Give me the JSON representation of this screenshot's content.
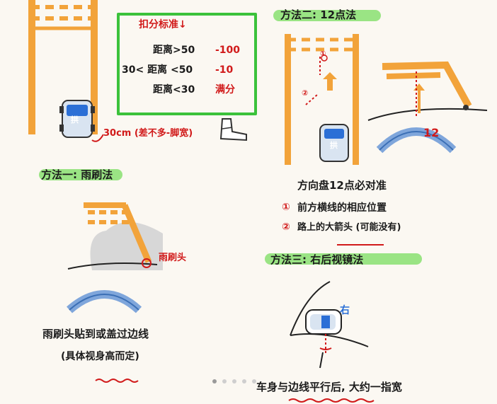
{
  "deduction_box": {
    "title": "扣分标准↓",
    "rows": [
      {
        "condition": "距离>50",
        "result": "-100"
      },
      {
        "condition": "30< 距离 <50",
        "result": "-10"
      },
      {
        "condition": "距离<30",
        "result": "满分"
      }
    ]
  },
  "top_left": {
    "distance_note": "30cm (差不多-脚宽)",
    "car_label": "拱"
  },
  "method1": {
    "title": "方法一: 雨刷法",
    "label_wiper": "雨刷头",
    "caption1": "雨刷头贴到或盖过边线",
    "caption2": "(具体视身高而定)"
  },
  "method2": {
    "title": "方法二: 12点法",
    "car_label": "拱",
    "label_12": "12",
    "label_c1": "①",
    "label_c2": "②",
    "instruction": "方向盘12点必对准",
    "points": [
      {
        "marker": "①",
        "text": "前方横线的相应位置"
      },
      {
        "marker": "②",
        "text": "路上的大箭头 (可能没有)"
      }
    ]
  },
  "method3": {
    "title": "方法三: 右后视镜法",
    "label_right": "右",
    "caption": "车身与边线平行后, 大约一指宽"
  },
  "pager": {
    "count": 5,
    "active": 0
  },
  "colors": {
    "orange": "#f2a33a",
    "green": "#3bc23b",
    "red": "#d11a1a",
    "blue": "#2b6fd6"
  }
}
